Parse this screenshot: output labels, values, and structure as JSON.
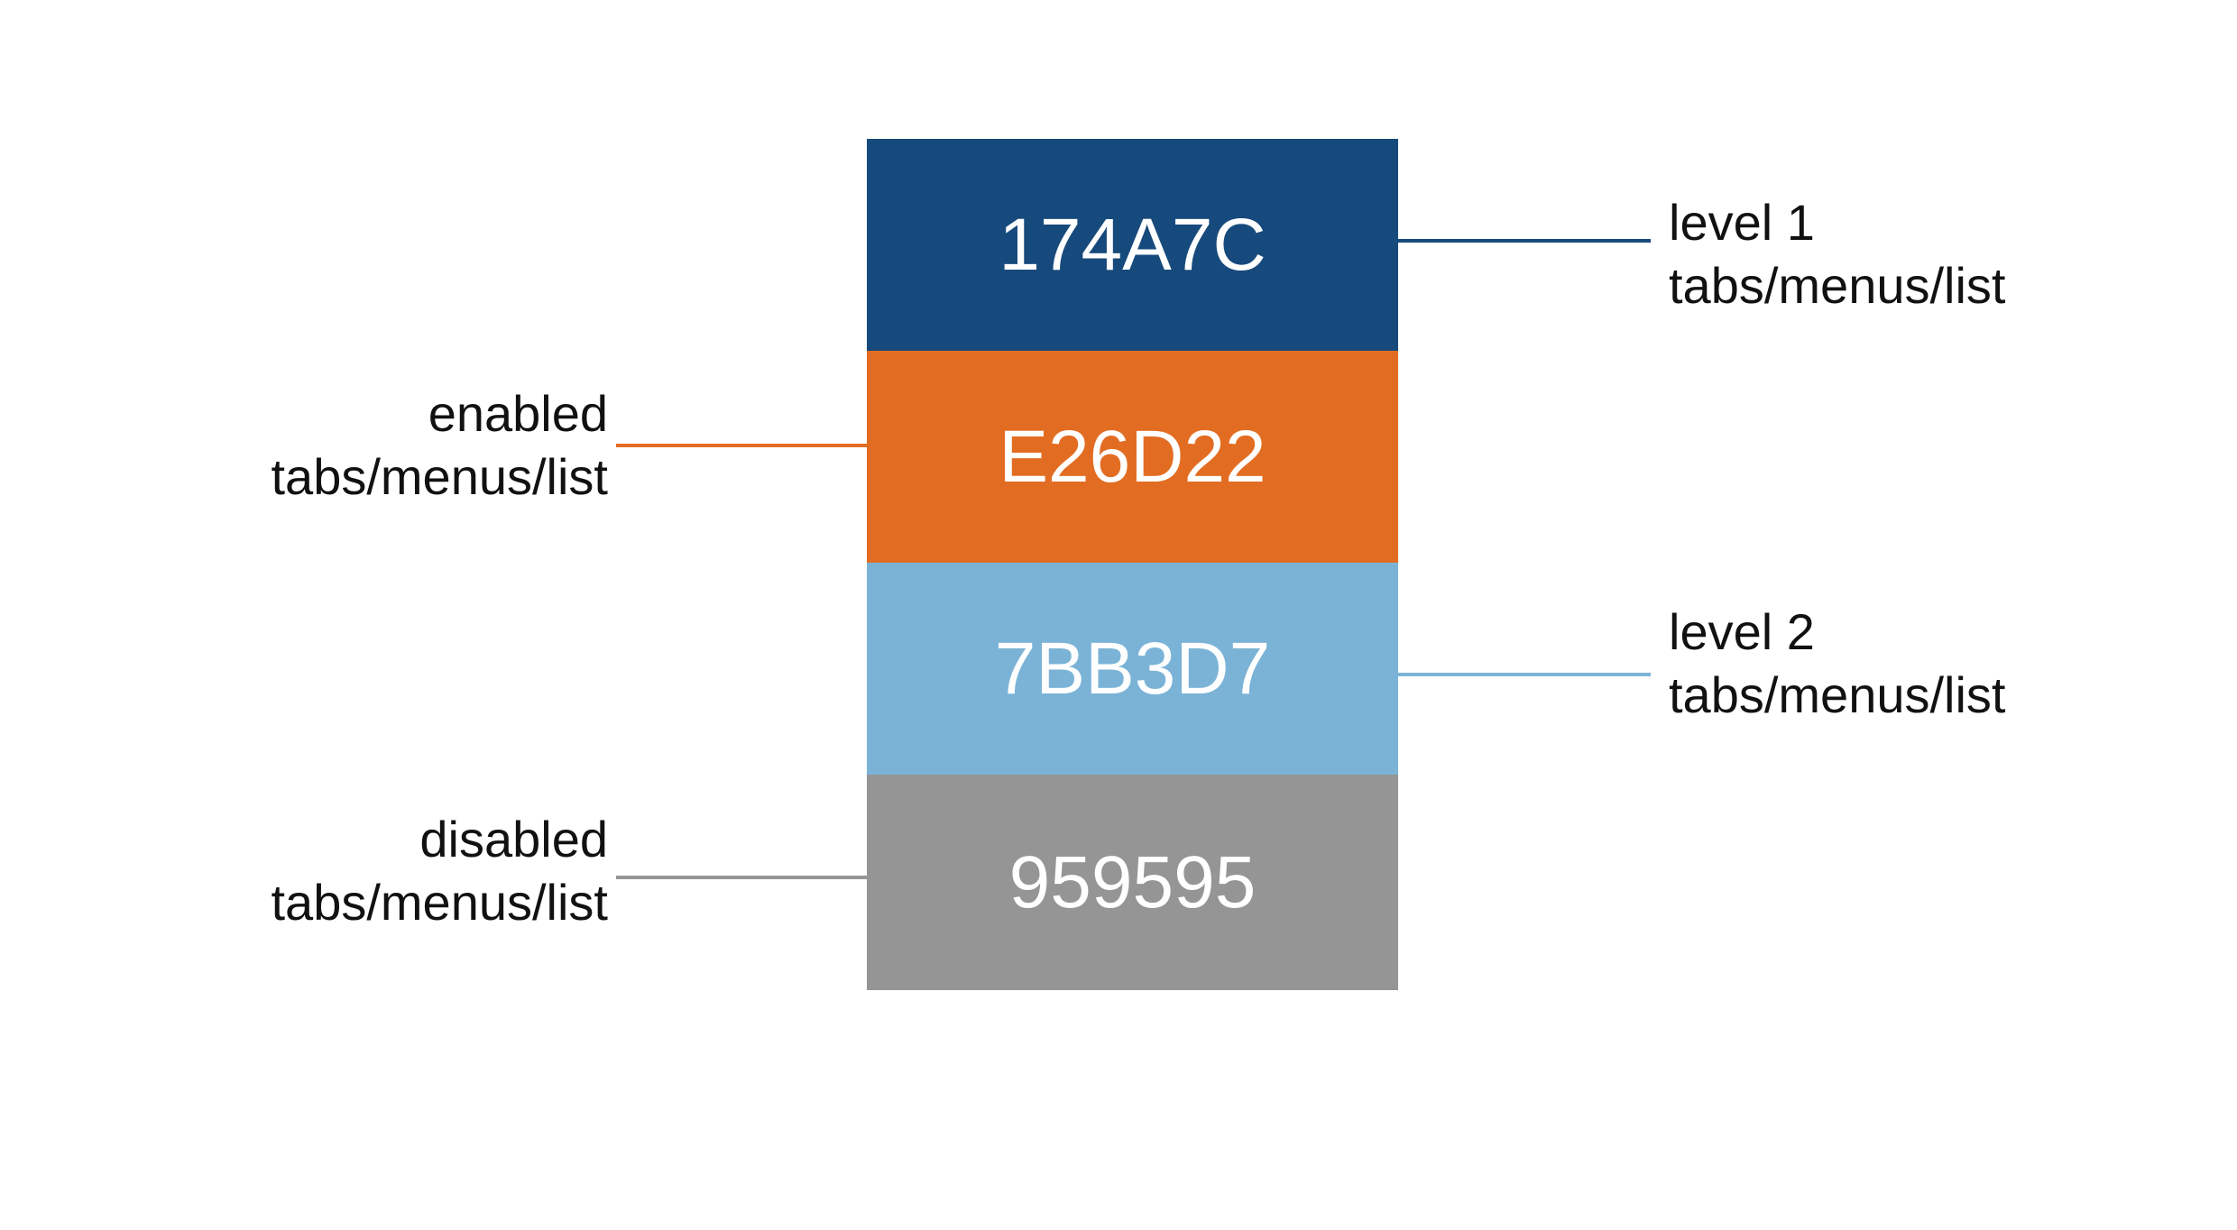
{
  "swatches": [
    {
      "code": "174A7C",
      "color": "#174A7C"
    },
    {
      "code": "E26D22",
      "color": "#E26D22"
    },
    {
      "code": "7BB3D7",
      "color": "#7BB3D7"
    },
    {
      "code": "959595",
      "color": "#959595"
    }
  ],
  "labels": {
    "level1": {
      "line1": "level 1",
      "line2": "tabs/menus/list",
      "line_color": "#174A7C"
    },
    "enabled": {
      "line1": "enabled",
      "line2": "tabs/menus/list",
      "line_color": "#E26D22"
    },
    "level2": {
      "line1": "level 2",
      "line2": "tabs/menus/list",
      "line_color": "#7BB3D7"
    },
    "disabled": {
      "line1": "disabled",
      "line2": "tabs/menus/list",
      "line_color": "#959595"
    }
  }
}
